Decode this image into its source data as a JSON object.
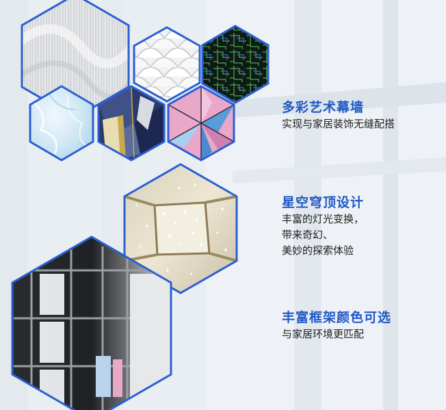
{
  "features": [
    {
      "title": "多彩艺术幕墙",
      "lines": [
        "实现与家居装饰无缝配搭"
      ]
    },
    {
      "title": "星空穹顶设计",
      "lines": [
        "丰富的灯光变换，",
        "带来奇幻、",
        "美妙的探索体验"
      ]
    },
    {
      "title": "丰富框架颜色可选",
      "lines": [
        "与家居环境更匹配"
      ]
    }
  ],
  "colors": {
    "accent": "#1f58c6",
    "hex_border": "#2b5fd1",
    "text": "#1d1d1d"
  },
  "images": {
    "wall_panels": [
      "white-wave-panel-image",
      "white-scale-pattern-image",
      "green-grid-pattern-image",
      "ice-blue-marble-image",
      "navy-gold-geometric-image",
      "pink-blue-prism-image"
    ],
    "ceiling": "starry-ceiling-image",
    "shaft": "elevator-frame-image"
  }
}
